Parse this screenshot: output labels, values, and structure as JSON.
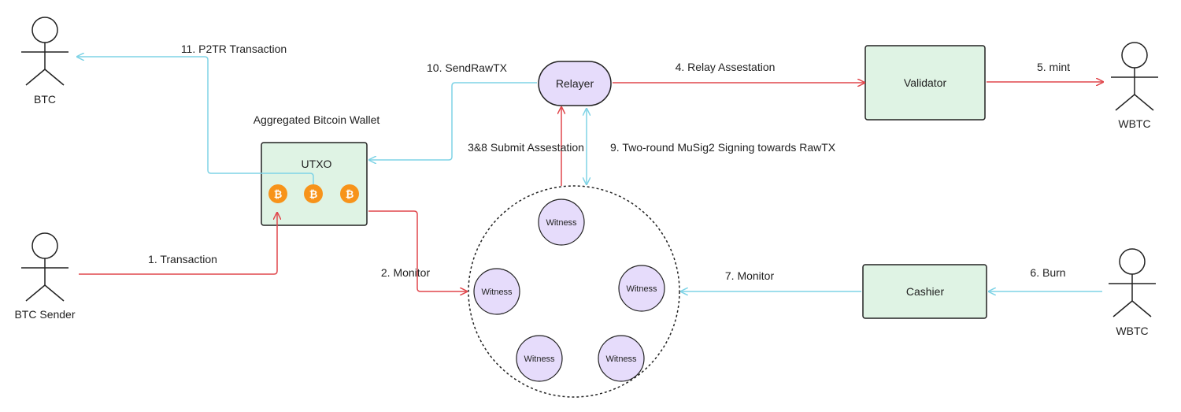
{
  "actors": {
    "btc_receiver": "BTC",
    "btc_sender": "BTC Sender",
    "wbtc_mint": "WBTC",
    "wbtc_burn": "WBTC"
  },
  "nodes": {
    "wallet_caption": "Aggregated Bitcoin Wallet",
    "utxo": "UTXO",
    "relayer": "Relayer",
    "validator": "Validator",
    "cashier": "Cashier",
    "witnesses": [
      "Witness",
      "Witness",
      "Witness",
      "Witness",
      "Witness"
    ]
  },
  "steps": {
    "s1": "1. Transaction",
    "s2": "2. Monitor",
    "s3_8": "3&8 Submit Assestation",
    "s4": "4. Relay Assestation",
    "s5": "5. mint",
    "s6": "6. Burn",
    "s7": "7. Monitor",
    "s9": "9. Two-round MuSig2 Signing towards RawTX",
    "s10": "10. SendRawTX",
    "s11": "11. P2TR Transaction"
  },
  "icons": {
    "bitcoin_coin": "bitcoin-coin-icon",
    "bitcoin_glyph": "₿"
  },
  "colors": {
    "red_arrow": "#e0474c",
    "blue_arrow": "#7fd3e6",
    "box_fill": "#dff3e4",
    "witness_fill": "#e6dcfb",
    "coin": "#f7931a"
  }
}
